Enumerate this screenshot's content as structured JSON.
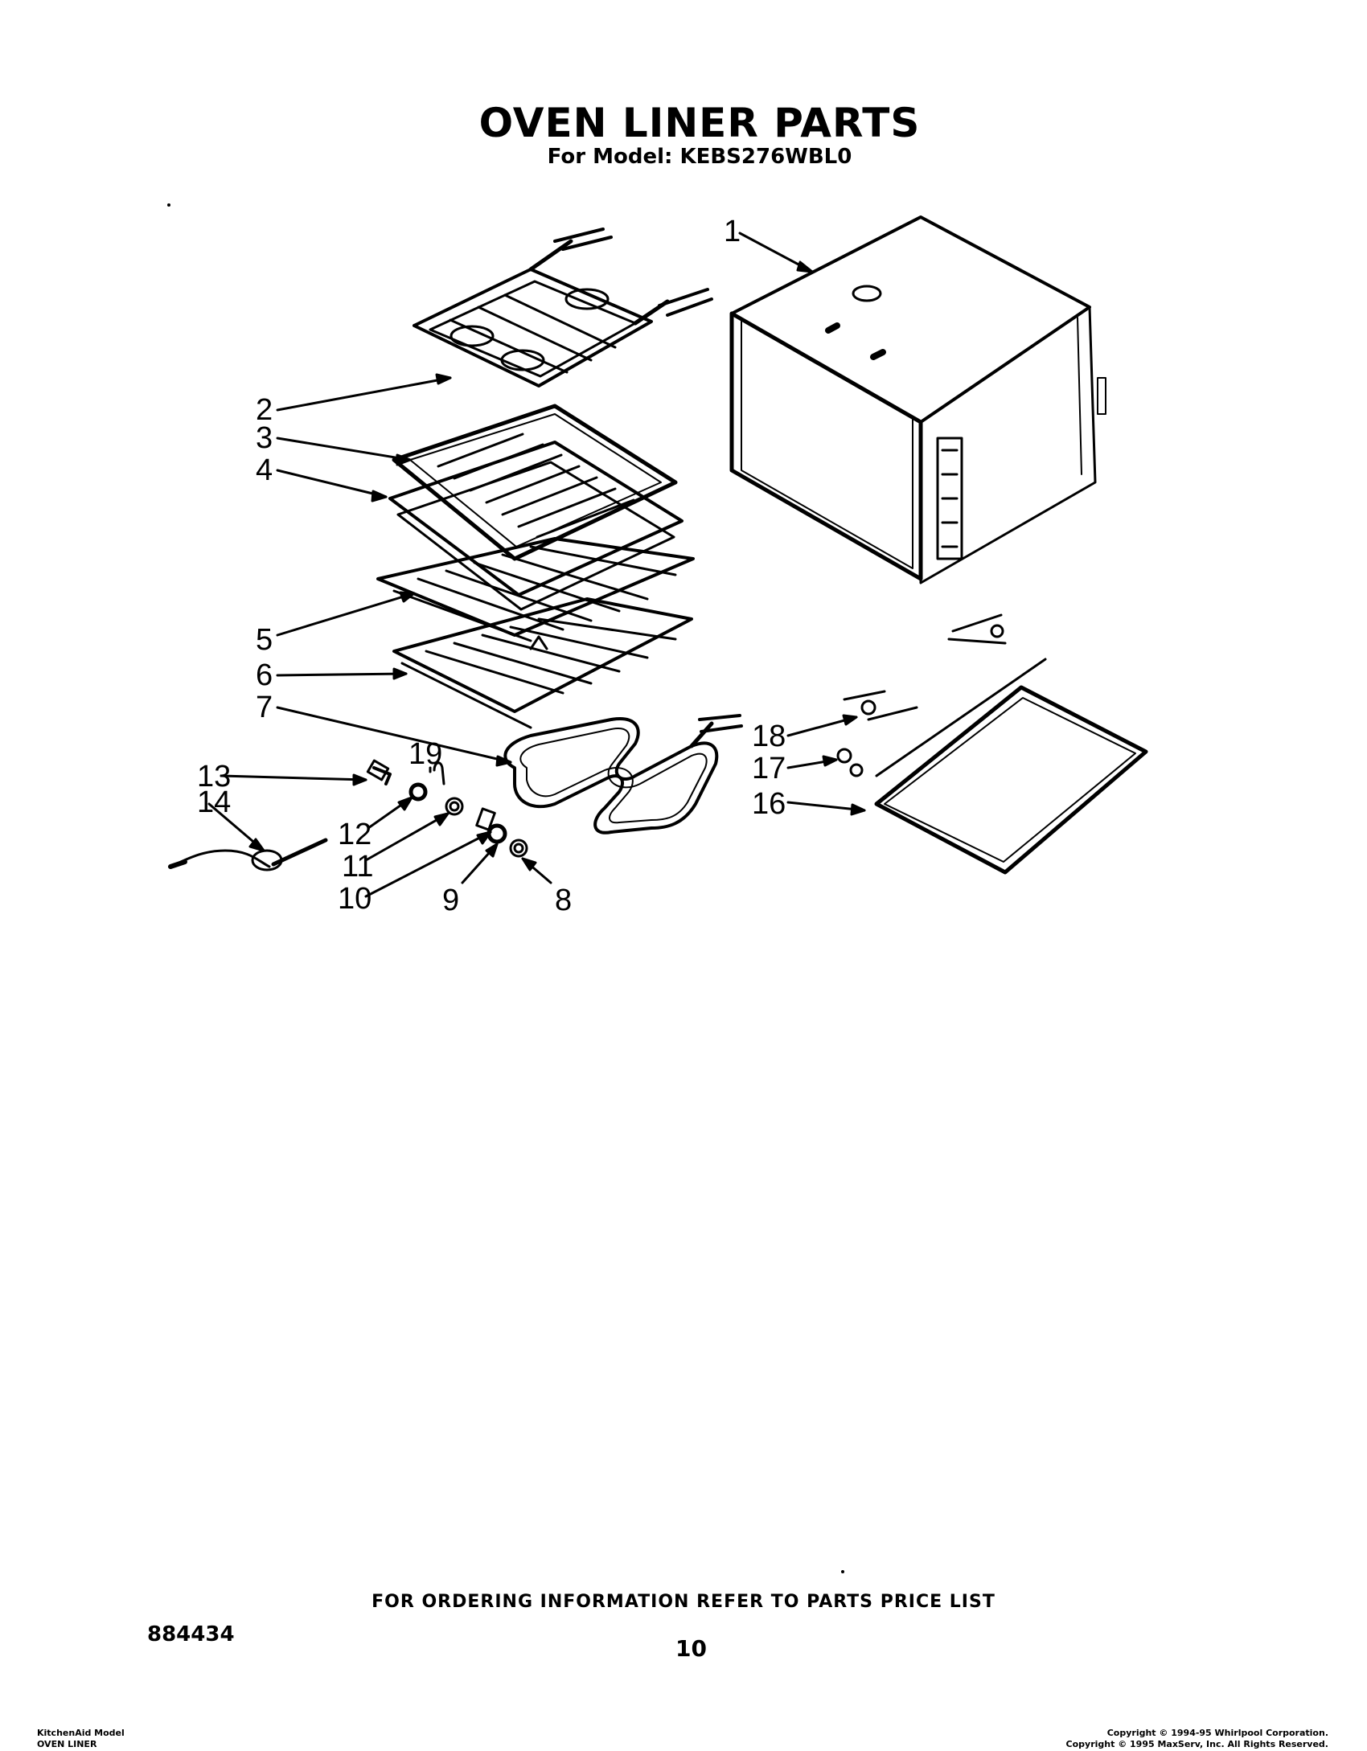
{
  "header": {
    "title": "OVEN LINER PARTS",
    "subtitle": "For Model: KEBS276WBL0"
  },
  "diagram": {
    "callouts": [
      "1",
      "2",
      "3",
      "4",
      "5",
      "6",
      "7",
      "8",
      "9",
      "10",
      "11",
      "12",
      "13",
      "14",
      "16",
      "17",
      "18",
      "19"
    ]
  },
  "footer": {
    "ordering_note": "FOR ORDERING INFORMATION REFER TO PARTS PRICE LIST",
    "doc_number": "884434",
    "page_number": "10",
    "left_line1": "KitchenAid Model",
    "left_line2": "OVEN LINER",
    "copyright1": "Copyright © 1994-95 Whirlpool Corporation.",
    "copyright2": "Copyright © 1995 MaxServ, Inc. All Rights Reserved."
  }
}
